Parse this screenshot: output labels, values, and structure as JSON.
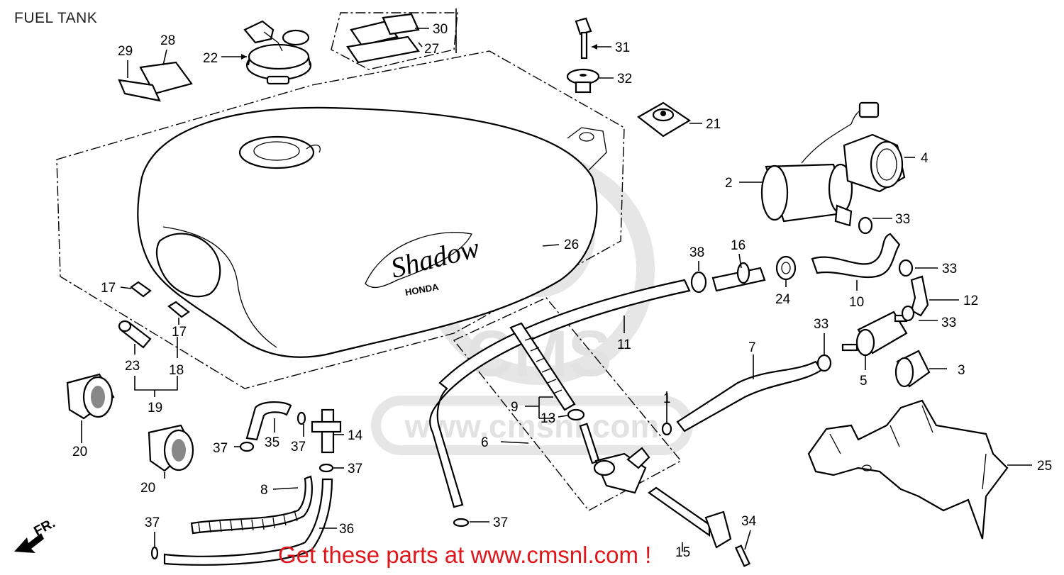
{
  "title": "FUEL TANK",
  "banner": "Get these parts at www.cmsnl.com !",
  "watermark": {
    "line1": "CMS",
    "line2": "www.cmsnl.com"
  },
  "direction": "FR.",
  "badge": {
    "logo": "Shadow",
    "maker": "HONDA"
  },
  "colors": {
    "banner": "#e0161b",
    "watermark": "#e2e2e2"
  },
  "labels": {
    "l29": "29",
    "l28": "28",
    "l22": "22",
    "l30": "30",
    "l27": "27",
    "l31": "31",
    "l32": "32",
    "l21": "21",
    "l4": "4",
    "l2": "2",
    "l33a": "33",
    "l38": "38",
    "l16": "16",
    "l26": "26",
    "l33b": "33",
    "l24": "24",
    "l10": "10",
    "l12": "12",
    "l33c": "33",
    "l33d": "33",
    "l17a": "17",
    "l17b": "17",
    "l11": "11",
    "l7": "7",
    "l5": "5",
    "l3": "3",
    "l23": "23",
    "l18": "18",
    "l19": "19",
    "l9": "9",
    "l13": "13",
    "l1": "1",
    "l20a": "20",
    "l20b": "20",
    "l37a": "37",
    "l35": "35",
    "l37b": "37",
    "l14": "14",
    "l6": "6",
    "l37c": "37",
    "l8": "8",
    "l25": "25",
    "l37d": "37",
    "l36": "36",
    "l37e": "37",
    "l34": "34",
    "l15": "15"
  }
}
